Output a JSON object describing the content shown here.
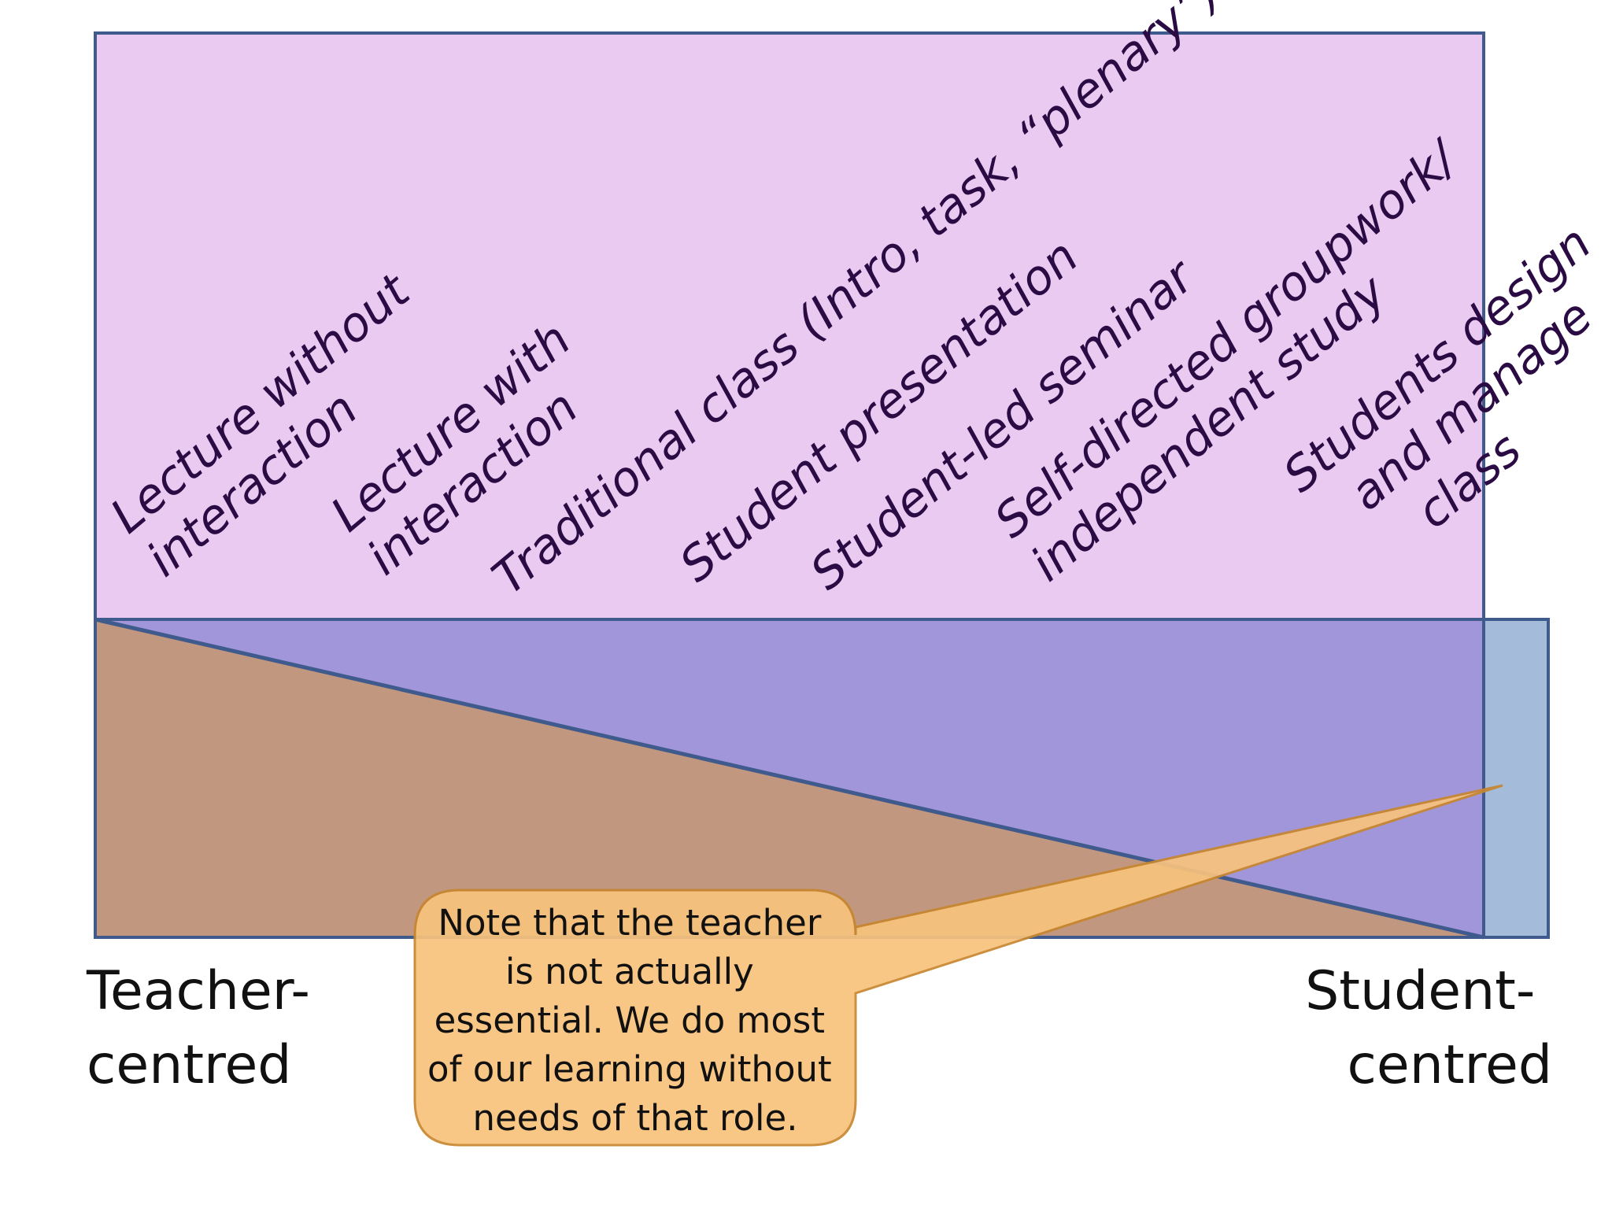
{
  "colors": {
    "upper_panel": "#ebcaf1",
    "teacher_region": "#c2977f",
    "student_region": "#a196d9",
    "extra_band": "#a4bbd9",
    "border": "#3f5a8c",
    "category_text": "#2b0b44",
    "end_label_text": "#111111",
    "callout_fill": "#f8c37c",
    "callout_stroke": "#c7862e"
  },
  "categories": [
    {
      "lines": [
        "Lecture without",
        "interaction"
      ]
    },
    {
      "lines": [
        "Lecture with",
        "interaction"
      ]
    },
    {
      "lines": [
        "Traditional class (Intro, task, “plenary”)"
      ]
    },
    {
      "lines": [
        "Student presentation"
      ]
    },
    {
      "lines": [
        "Student-led seminar"
      ]
    },
    {
      "lines": [
        "Self-directed groupwork/",
        "independent study"
      ]
    },
    {
      "lines": [
        "Students design",
        "and manage",
        "class"
      ]
    }
  ],
  "end_labels": {
    "left": [
      "Teacher-",
      "centred"
    ],
    "right": [
      "Student-",
      "centred"
    ]
  },
  "callout": {
    "lines": [
      "Note that the teacher",
      "is not actually",
      "essential. We do most",
      "of our learning without",
      "needs of that role."
    ]
  }
}
